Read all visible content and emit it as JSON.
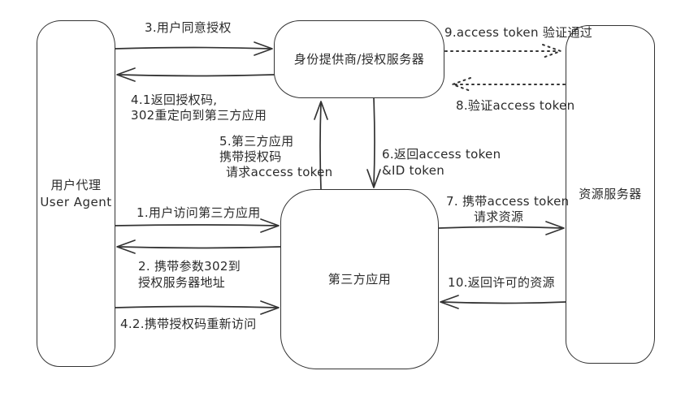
{
  "colors": {
    "background": "#ffffff",
    "stroke": "#333333",
    "text": "#2b2b2b"
  },
  "nodes": {
    "user_agent": {
      "lines": [
        "用户代理",
        "User Agent"
      ]
    },
    "auth_server": {
      "title": "身份提供商/授权服务器"
    },
    "third_party_app": {
      "title": "第三方应用"
    },
    "resource_server": {
      "title": "资源服务器"
    }
  },
  "edges": {
    "e1": {
      "lines": [
        "1.用户访问第三方应用"
      ],
      "from": "user_agent",
      "to": "third_party_app",
      "line_style": "solid"
    },
    "e2": {
      "lines": [
        "2. 携带参数302到",
        "授权服务器地址"
      ],
      "from": "third_party_app",
      "to": "user_agent",
      "line_style": "solid"
    },
    "e3": {
      "lines": [
        "3.用户同意授权"
      ],
      "from": "user_agent",
      "to": "auth_server",
      "line_style": "solid"
    },
    "e41": {
      "lines": [
        "4.1返回授权码,",
        "302重定向到第三方应用"
      ],
      "from": "auth_server",
      "to": "user_agent",
      "line_style": "solid"
    },
    "e42": {
      "lines": [
        "4.2.携带授权码重新访问"
      ],
      "from": "user_agent",
      "to": "third_party_app",
      "line_style": "solid"
    },
    "e5": {
      "lines": [
        "5.第三方应用",
        "携带授权码",
        "请求access token"
      ],
      "from": "third_party_app",
      "to": "auth_server",
      "line_style": "solid"
    },
    "e6": {
      "lines": [
        "6.返回access token",
        "&ID token"
      ],
      "from": "auth_server",
      "to": "third_party_app",
      "line_style": "solid"
    },
    "e7": {
      "lines": [
        "7. 携带access token",
        "请求资源"
      ],
      "from": "third_party_app",
      "to": "resource_server",
      "line_style": "solid"
    },
    "e8": {
      "lines": [
        "8.验证access token"
      ],
      "from": "resource_server",
      "to": "auth_server",
      "line_style": "dotted"
    },
    "e9": {
      "lines": [
        "9.access token 验证通过"
      ],
      "from": "auth_server",
      "to": "resource_server",
      "line_style": "dotted"
    },
    "e10": {
      "lines": [
        "10.返回许可的资源"
      ],
      "from": "resource_server",
      "to": "third_party_app",
      "line_style": "solid"
    }
  }
}
